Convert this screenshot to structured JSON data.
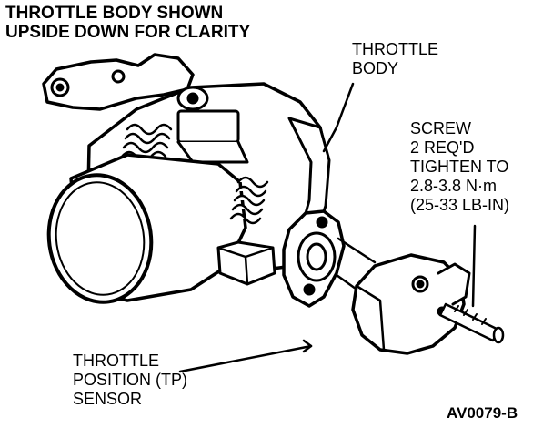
{
  "diagram": {
    "title": "THROTTLE BODY SHOWN\nUPSIDE DOWN FOR CLARITY",
    "labels": {
      "throttle_body": "THROTTLE\nBODY",
      "screw": "SCREW\n2 REQ'D\nTIGHTEN TO\n2.8-3.8 N·m\n(25-33 LB-IN)",
      "tp_sensor": "THROTTLE\nPOSITION (TP)\nSENSOR"
    },
    "figure_code": "AV0079-B"
  }
}
